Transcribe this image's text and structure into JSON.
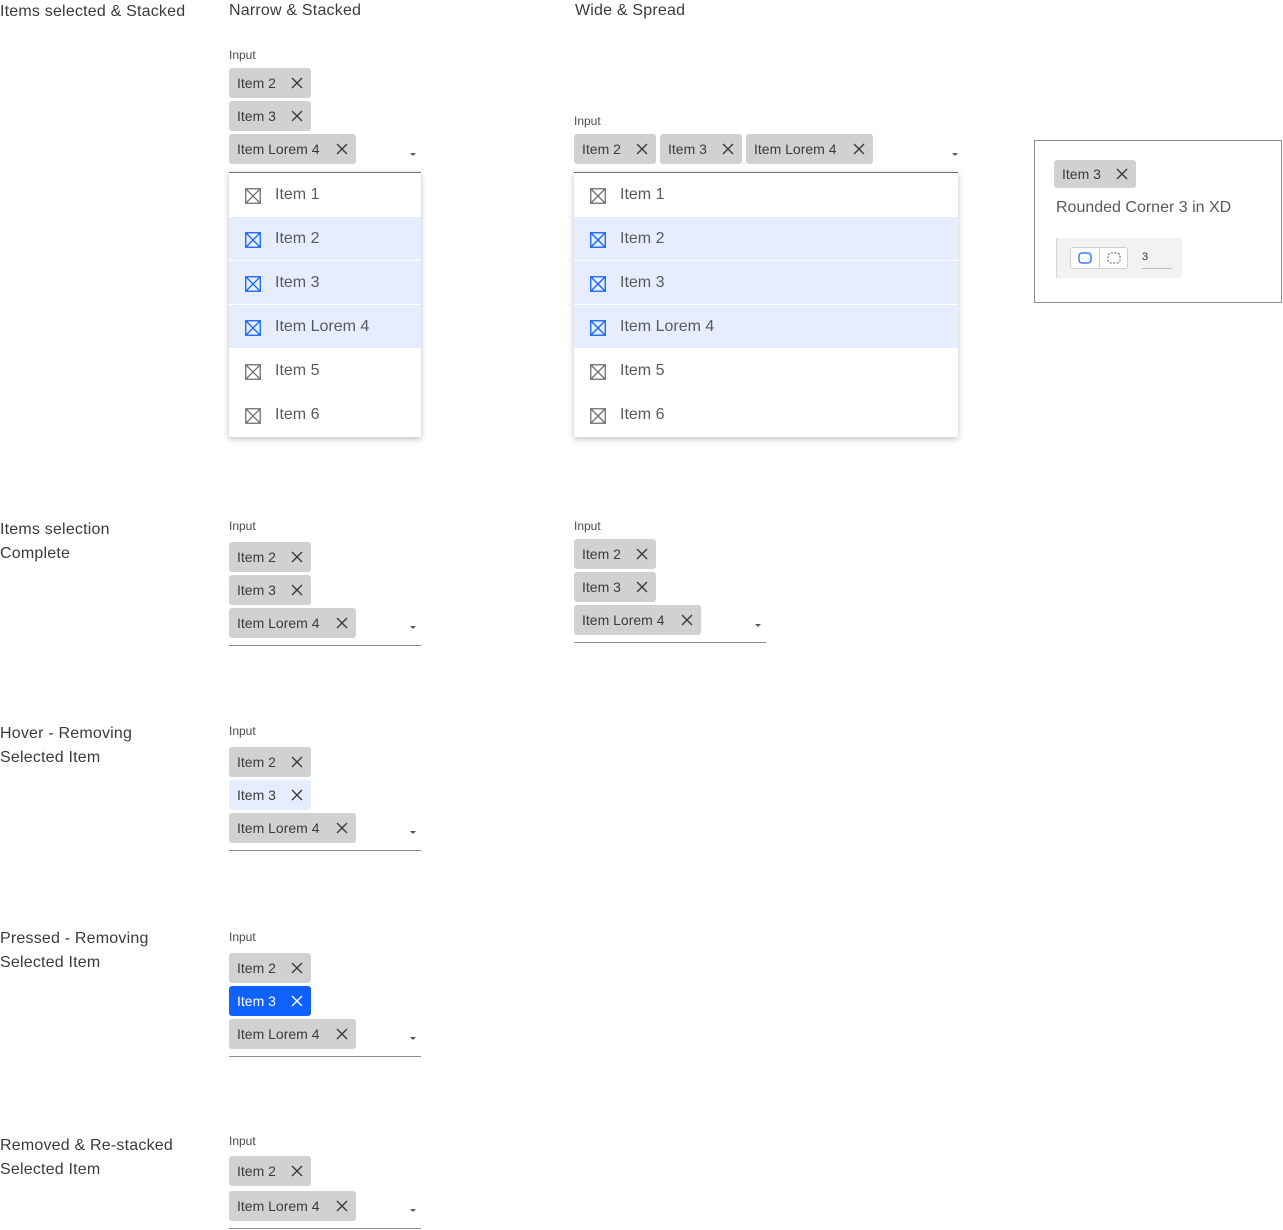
{
  "headers": {
    "row1": "Items selected & Stacked",
    "narrow": "Narrow & Stacked",
    "wide": "Wide & Spread"
  },
  "rows": {
    "complete": "Items selection Complete",
    "hover": "Hover - Removing Selected Item",
    "pressed": "Pressed - Removing Selected Item",
    "removed": "Removed & Re-stacked Selected Item"
  },
  "input_label": "Input",
  "chips": {
    "item2": "Item 2",
    "item3": "Item 3",
    "item4": "Item Lorem 4"
  },
  "menu_items": [
    {
      "label": "Item 1",
      "selected": false
    },
    {
      "label": "Item 2",
      "selected": true
    },
    {
      "label": "Item 3",
      "selected": true
    },
    {
      "label": "Item Lorem 4",
      "selected": true
    },
    {
      "label": "Item 5",
      "selected": false
    },
    {
      "label": "Item 6",
      "selected": false
    }
  ],
  "callout": {
    "chip": "Item 3",
    "note": "Rounded Corner 3 in XD",
    "radius_value": "3"
  },
  "colors": {
    "chip_bg": "#d1d1d1",
    "hover_bg": "#e5edff",
    "pressed_bg": "#0f62fe",
    "selected_row_bg": "#e5edff",
    "checkbox_selected": "#0f62fe",
    "checkbox_default": "#6f6f6f"
  },
  "icons": {
    "chip_close": "close-icon",
    "dropdown": "caret-down-icon",
    "checkbox": "checkbox-icon"
  }
}
